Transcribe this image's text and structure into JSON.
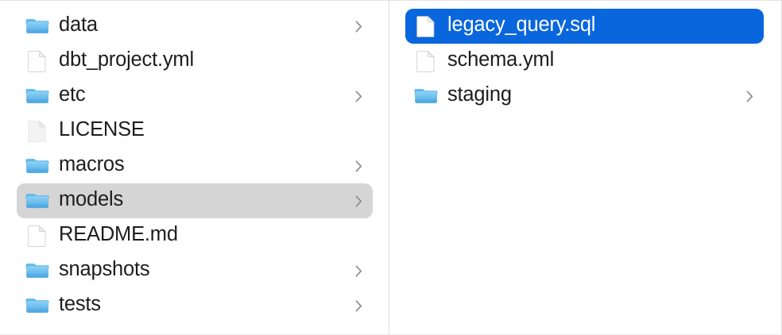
{
  "window": {
    "view": "column-view",
    "background_color": "#ffffff",
    "divider_color": "#dcdcdc"
  },
  "colors": {
    "selection_active": "#0a66dc",
    "selection_inactive": "#d5d5d5",
    "text": "#1d1d1f",
    "text_selected": "#ffffff",
    "chevron": "#8e8e93",
    "folder_blue": "#57b9f2",
    "folder_blue_dark": "#3aa0e0",
    "document_white": "#ffffff"
  },
  "columns": [
    {
      "name": "project-root-column",
      "items": [
        {
          "label": "data",
          "kind": "folder",
          "icon": "folder-icon",
          "has_chevron": true,
          "selected": false
        },
        {
          "label": "dbt_project.yml",
          "kind": "file",
          "icon": "document-icon",
          "has_chevron": false,
          "selected": false
        },
        {
          "label": "etc",
          "kind": "folder",
          "icon": "folder-icon",
          "has_chevron": true,
          "selected": false
        },
        {
          "label": "LICENSE",
          "kind": "file",
          "icon": "document-plain-icon",
          "has_chevron": false,
          "selected": false
        },
        {
          "label": "macros",
          "kind": "folder",
          "icon": "folder-icon",
          "has_chevron": true,
          "selected": false
        },
        {
          "label": "models",
          "kind": "folder",
          "icon": "folder-icon",
          "has_chevron": true,
          "selected": "inactive"
        },
        {
          "label": "README.md",
          "kind": "file",
          "icon": "document-icon",
          "has_chevron": false,
          "selected": false
        },
        {
          "label": "snapshots",
          "kind": "folder",
          "icon": "folder-icon",
          "has_chevron": true,
          "selected": false
        },
        {
          "label": "tests",
          "kind": "folder",
          "icon": "folder-icon",
          "has_chevron": true,
          "selected": false
        }
      ]
    },
    {
      "name": "models-folder-column",
      "items": [
        {
          "label": "legacy_query.sql",
          "kind": "file",
          "icon": "document-icon",
          "has_chevron": false,
          "selected": "active"
        },
        {
          "label": "schema.yml",
          "kind": "file",
          "icon": "document-icon",
          "has_chevron": false,
          "selected": false
        },
        {
          "label": "staging",
          "kind": "folder",
          "icon": "folder-icon",
          "has_chevron": true,
          "selected": false
        }
      ]
    }
  ]
}
